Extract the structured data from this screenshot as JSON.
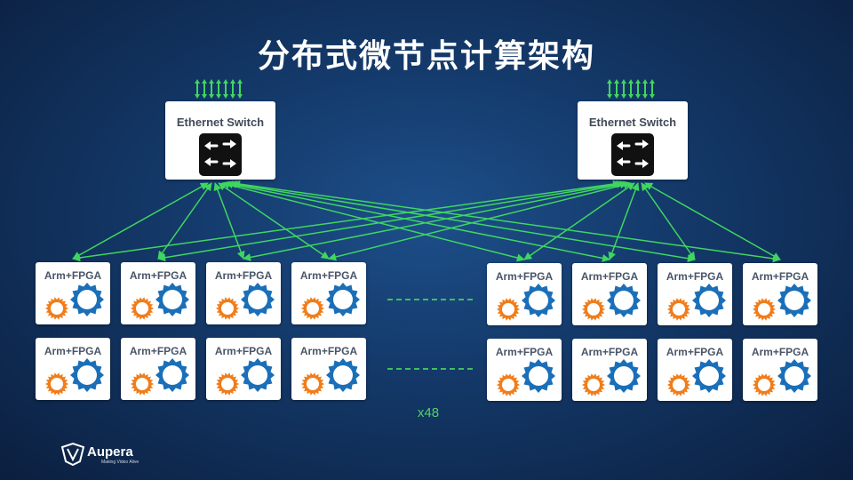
{
  "title": "分布式微节点计算架构",
  "switches": [
    {
      "label": "Ethernet Switch",
      "icon": "switch-arrows-icon"
    },
    {
      "label": "Ethernet Switch",
      "icon": "switch-arrows-icon"
    }
  ],
  "node_label": "Arm+FPGA",
  "node_icons": [
    "arm-sun-icon",
    "fpga-gear-icon"
  ],
  "left_nodes": [
    [
      "Arm+FPGA",
      "Arm+FPGA",
      "Arm+FPGA",
      "Arm+FPGA"
    ],
    [
      "Arm+FPGA",
      "Arm+FPGA",
      "Arm+FPGA",
      "Arm+FPGA"
    ]
  ],
  "right_nodes": [
    [
      "Arm+FPGA",
      "Arm+FPGA",
      "Arm+FPGA",
      "Arm+FPGA"
    ],
    [
      "Arm+FPGA",
      "Arm+FPGA",
      "Arm+FPGA",
      "Arm+FPGA"
    ]
  ],
  "count_label": "x48",
  "logo": {
    "name": "Aupera",
    "tagline": "Making Video Alive"
  },
  "colors": {
    "background": "#143a6b",
    "link": "#3fd660",
    "arm_orange": "#f07d1a",
    "fpga_blue": "#1a6fb8",
    "count_text": "#4fd36a"
  }
}
